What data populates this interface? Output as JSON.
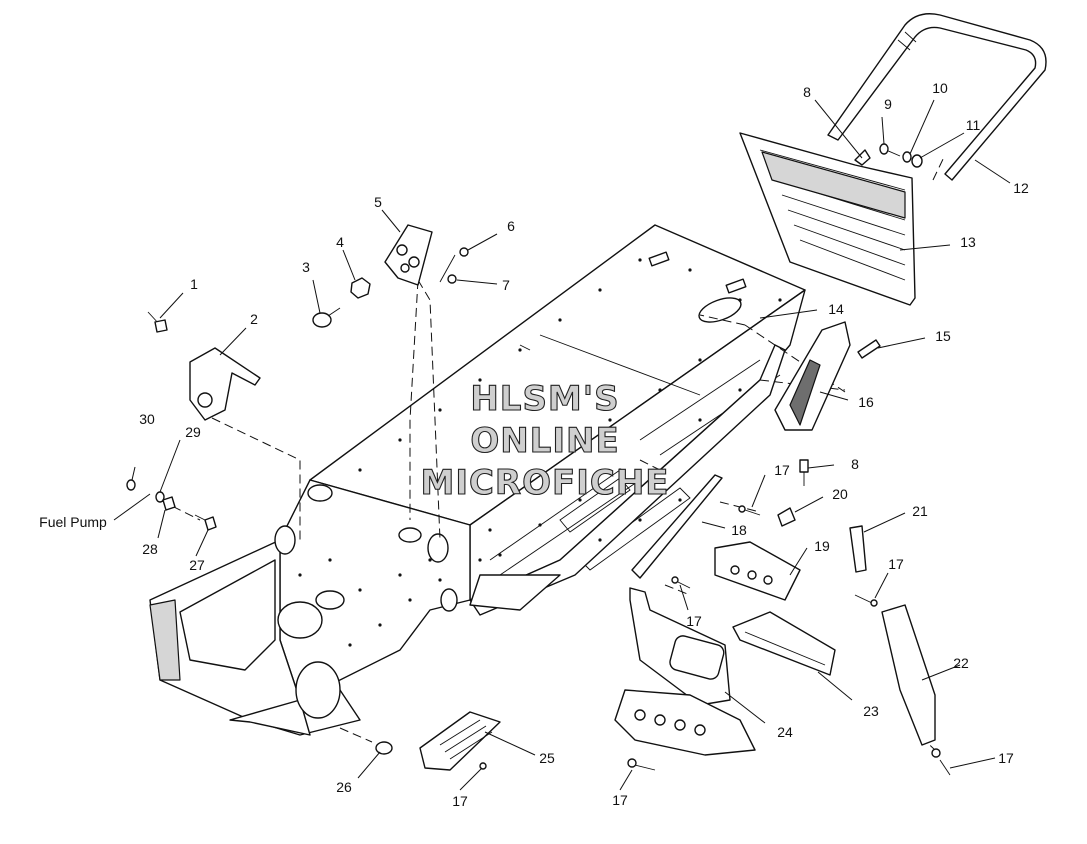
{
  "watermark": {
    "line1": "HLSM'S",
    "line2": "ONLINE",
    "line3": "MICROFICHE"
  },
  "callouts": {
    "c1": "1",
    "c2": "2",
    "c3": "3",
    "c4": "4",
    "c5": "5",
    "c6": "6",
    "c7": "7",
    "c8a": "8",
    "c8b": "8",
    "c9": "9",
    "c10": "10",
    "c11": "11",
    "c12": "12",
    "c13": "13",
    "c14": "14",
    "c15": "15",
    "c16": "16",
    "c17a": "17",
    "c17b": "17",
    "c17c": "17",
    "c17d": "17",
    "c17e": "17",
    "c17f": "17",
    "c18": "18",
    "c19": "19",
    "c20": "20",
    "c21": "21",
    "c22": "22",
    "c23": "23",
    "c24": "24",
    "c25": "25",
    "c26": "26",
    "c27": "27",
    "c28": "28",
    "c29": "29",
    "c30": "30"
  },
  "labels": {
    "fuel_pump": "Fuel Pump"
  }
}
